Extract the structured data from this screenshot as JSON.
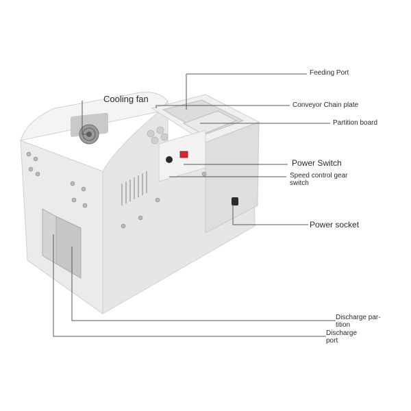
{
  "labels": {
    "cooling_fan": "Cooling fan",
    "feeding_port": "Feeding Port",
    "conveyor_chain_plate": "Conveyor Chain plate",
    "partition_board": "Partition board",
    "power_switch": "Power Switch",
    "speed_control_line1": "Speed control gear",
    "speed_control_line2": "switch",
    "power_socket": "Power socket",
    "discharge_partition_line1": "Discharge par-",
    "discharge_partition_line2": "tition",
    "discharge_port_line1": "Discharge",
    "discharge_port_line2": "port"
  },
  "colors": {
    "body": "#ececec",
    "body_shade": "#d9d9d9",
    "body_dark": "#c4c4c4",
    "leader_line": "#555555",
    "switch_red": "#d8262c",
    "knob": "#2a2a2a"
  }
}
